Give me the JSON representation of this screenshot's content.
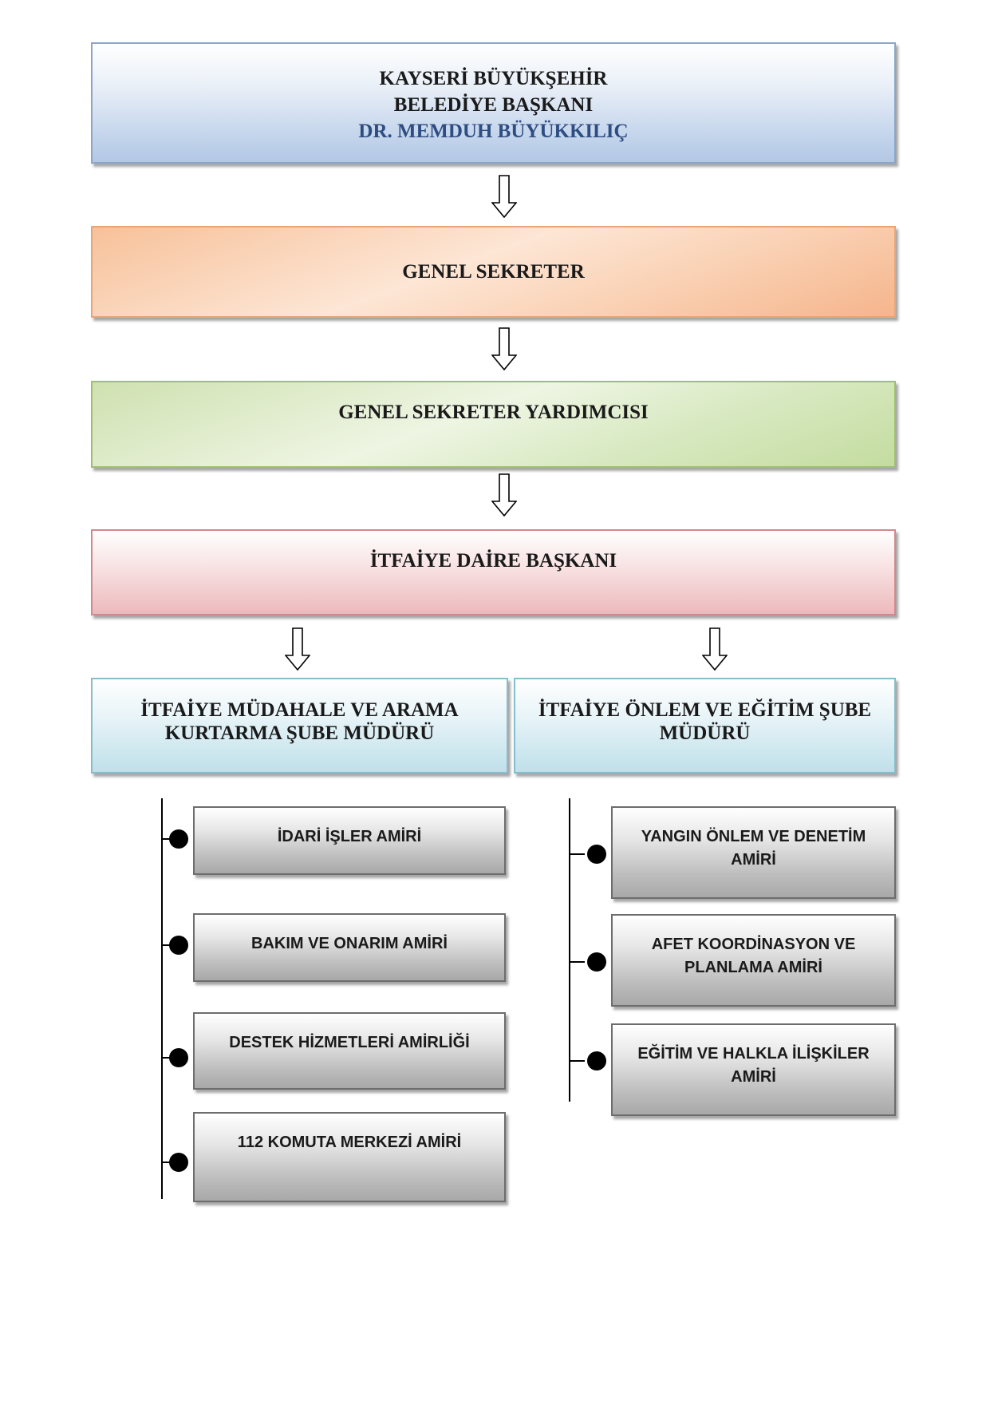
{
  "chart": {
    "mayor": {
      "line1": "KAYSERİ BÜYÜKŞEHİR",
      "line2": "BELEDİYE BAŞKANI",
      "name": "DR. MEMDUH BÜYÜKKILIÇ"
    },
    "general_secretary": "GENEL SEKRETER",
    "deputy_general_secretary": "GENEL SEKRETER YARDIMCISI",
    "department_head": "İTFAİYE DAİRE BAŞKANI",
    "branches": [
      {
        "title_line1": "İTFAİYE MÜDAHALE VE ARAMA",
        "title_line2": "KURTARMA ŞUBE MÜDÜRÜ",
        "units": [
          {
            "line1": "İDARİ İŞLER AMİRİ",
            "line2": ""
          },
          {
            "line1": "BAKIM VE ONARIM AMİRİ",
            "line2": ""
          },
          {
            "line1": "DESTEK HİZMETLERİ AMİRLİĞİ",
            "line2": ""
          },
          {
            "line1": "112 KOMUTA MERKEZİ AMİRİ",
            "line2": ""
          }
        ]
      },
      {
        "title_line1": "İTFAİYE ÖNLEM VE EĞİTİM ŞUBE",
        "title_line2": "MÜDÜRÜ",
        "units": [
          {
            "line1": "YANGIN ÖNLEM VE DENETİM",
            "line2": "AMİRİ"
          },
          {
            "line1": "AFET KOORDİNASYON VE",
            "line2": "PLANLAMA AMİRİ"
          },
          {
            "line1": "EĞİTİM VE HALKLA İLİŞKİLER",
            "line2": "AMİRİ"
          }
        ]
      }
    ]
  }
}
